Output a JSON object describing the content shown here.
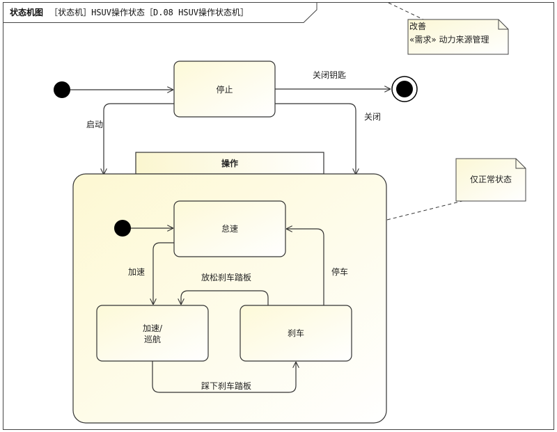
{
  "frame": {
    "kind": "状态机图",
    "title_rest": "［状态机］HSUV操作状态［D.08 HSUV操作状态机］"
  },
  "notes": {
    "refine": {
      "line1": "改善",
      "line2": "«需求» 动力来源管理"
    },
    "normal": {
      "text": "仅正常状态"
    }
  },
  "states": {
    "stopped": "停止",
    "operating": "操作",
    "idle": "怠速",
    "accel_line1": "加速/",
    "accel_line2": "巡航",
    "braking": "刹车"
  },
  "transitions": {
    "close_key": "关闭钥匙",
    "start": "启动",
    "close": "关闭",
    "accelerate": "加速",
    "release_brake": "放松刹车踏板",
    "stop_car": "停车",
    "press_brake": "踩下刹车踏板"
  },
  "colors": {
    "state_fill_start": "#fdfbe2",
    "state_fill_end": "#ffffff",
    "line": "#333333"
  }
}
